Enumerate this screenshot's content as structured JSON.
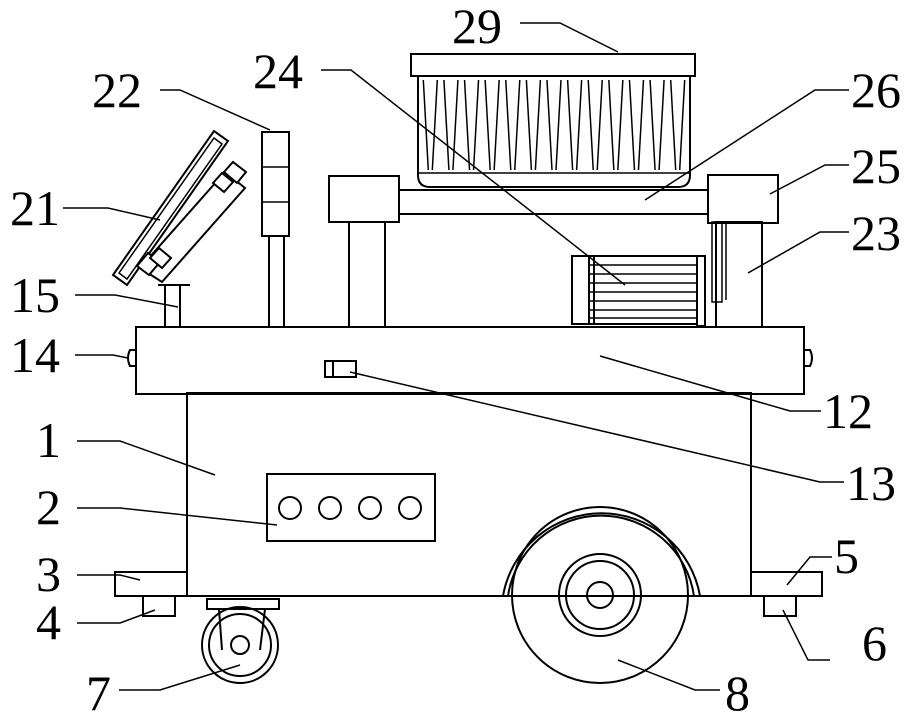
{
  "labels": [
    {
      "key": "1",
      "text": "1"
    },
    {
      "key": "2",
      "text": "2"
    },
    {
      "key": "3",
      "text": "3"
    },
    {
      "key": "4",
      "text": "4"
    },
    {
      "key": "5",
      "text": "5"
    },
    {
      "key": "6",
      "text": "6"
    },
    {
      "key": "7",
      "text": "7"
    },
    {
      "key": "8",
      "text": "8"
    },
    {
      "key": "12",
      "text": "12"
    },
    {
      "key": "13",
      "text": "13"
    },
    {
      "key": "14",
      "text": "14"
    },
    {
      "key": "15",
      "text": "15"
    },
    {
      "key": "21",
      "text": "21"
    },
    {
      "key": "22",
      "text": "22"
    },
    {
      "key": "23",
      "text": "23"
    },
    {
      "key": "24",
      "text": "24"
    },
    {
      "key": "25",
      "text": "25"
    },
    {
      "key": "26",
      "text": "26"
    },
    {
      "key": "29",
      "text": "29"
    }
  ],
  "colors": {
    "line": "#000000",
    "background": "#ffffff"
  }
}
